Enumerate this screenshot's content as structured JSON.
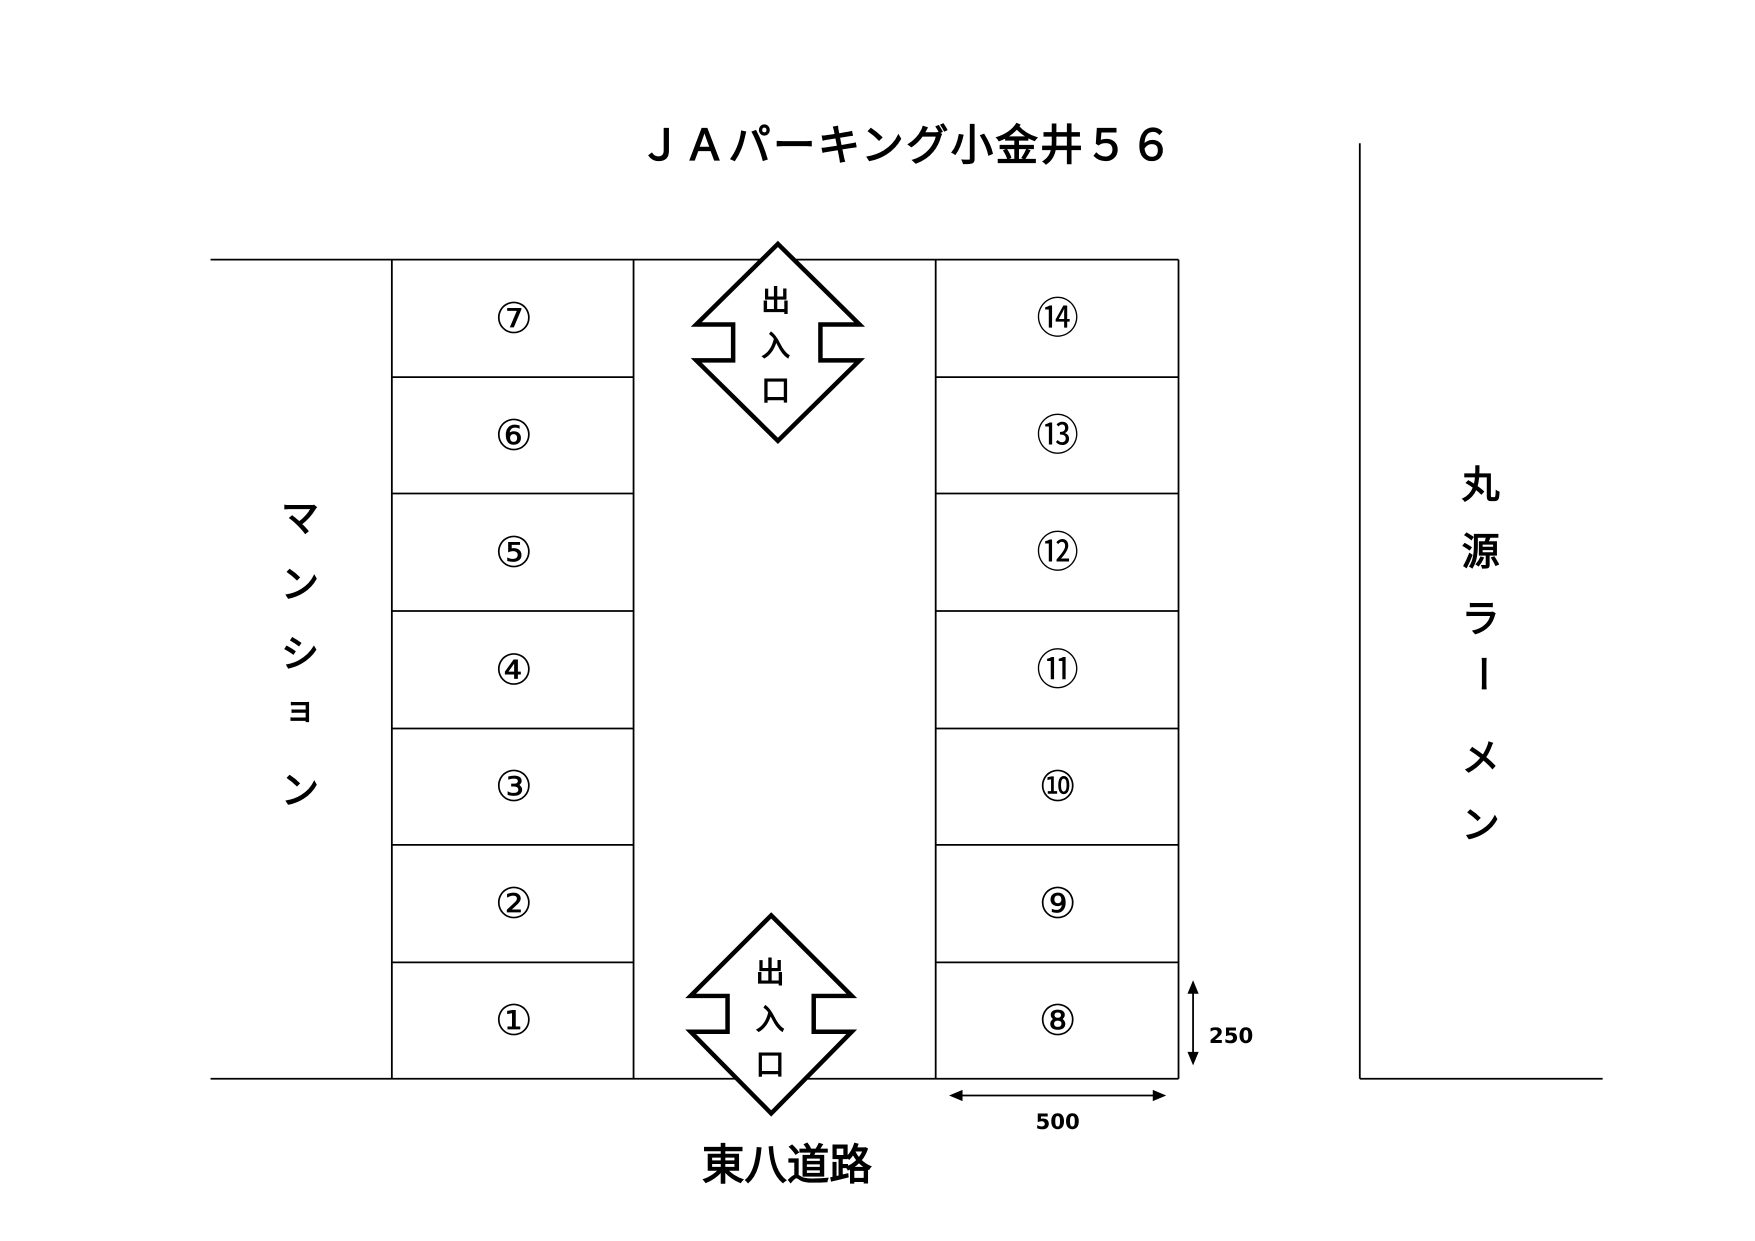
{
  "title": "ＪＡパーキング小金井５６",
  "left_label": [
    "マ",
    "ン",
    "シ",
    "ョ",
    "ン"
  ],
  "right_label": [
    "丸",
    "源",
    "ラ",
    "ー",
    "メ",
    "ン"
  ],
  "bottom_road": "東八道路",
  "entrance_label": [
    "出",
    "入",
    "口"
  ],
  "spaces_left": [
    "⑦",
    "⑥",
    "⑤",
    "④",
    "③",
    "②",
    "①"
  ],
  "spaces_right": [
    "⑭",
    "⑬",
    "⑫",
    "⑪",
    "⑩",
    "⑨",
    "⑧"
  ],
  "dimension_width": "500",
  "dimension_height": "250"
}
